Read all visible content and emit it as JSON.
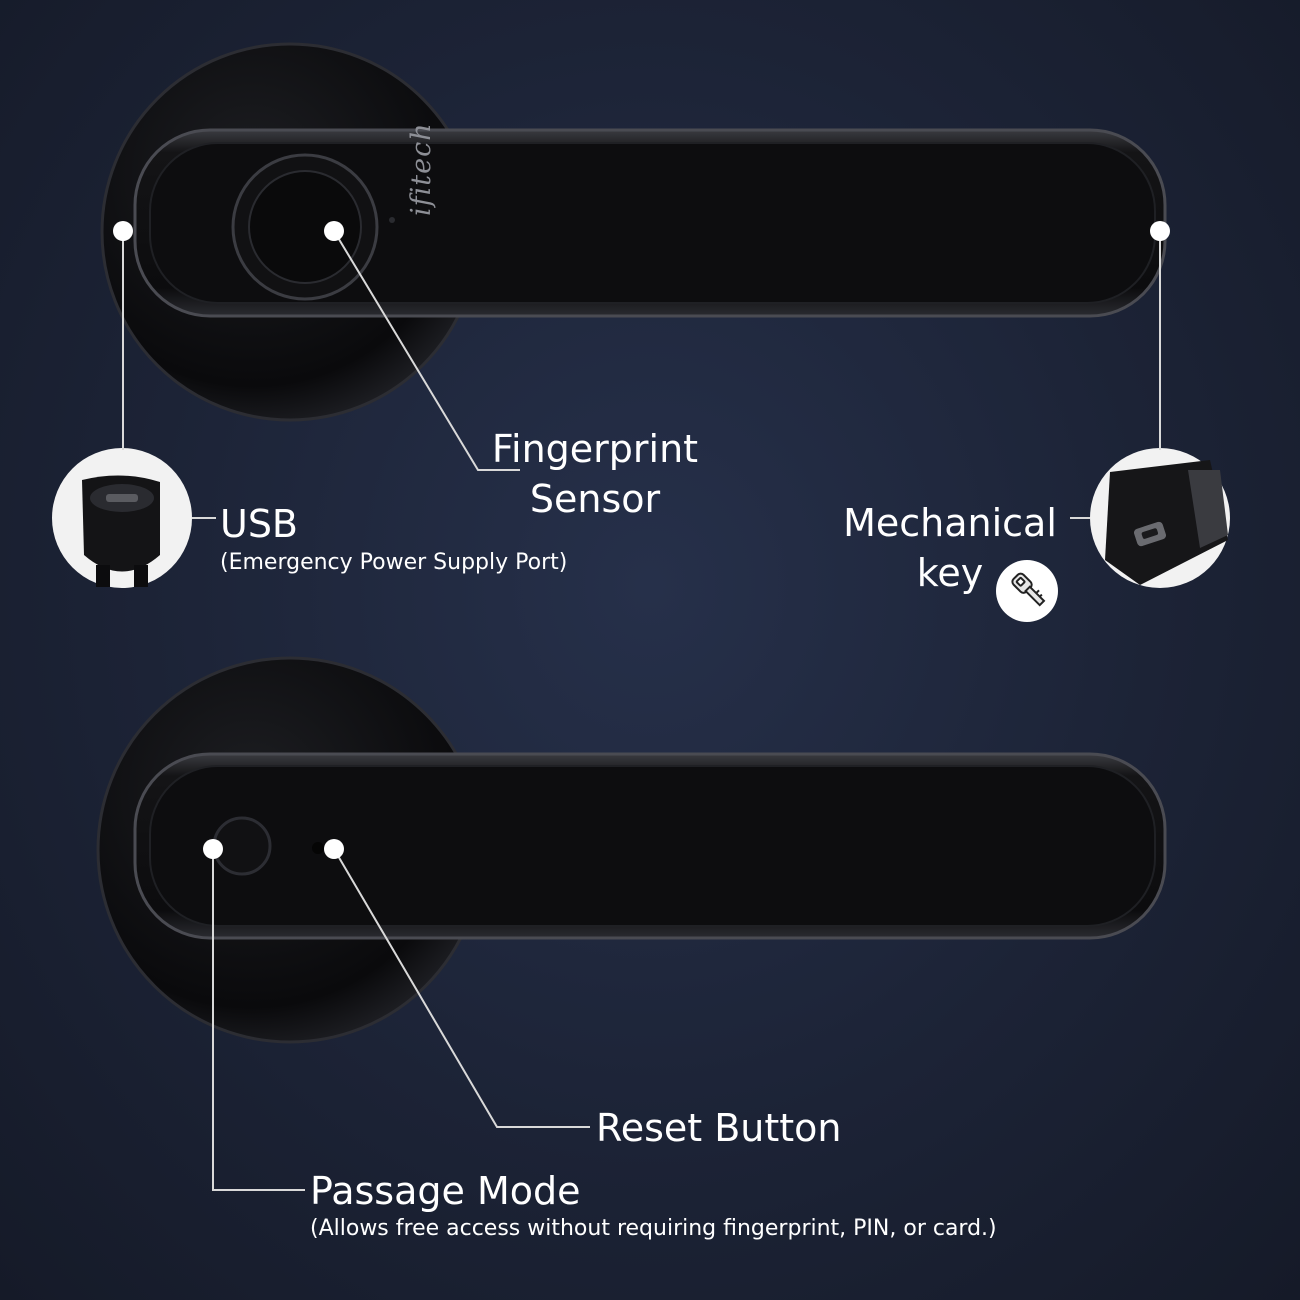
{
  "brand": "ifitech",
  "callouts": {
    "fingerprint": {
      "line1": "Fingerprint",
      "line2": "Sensor"
    },
    "usb": {
      "title": "USB",
      "subtitle": "(Emergency Power Supply Port)"
    },
    "mechanical_key": {
      "line1": "Mechanical",
      "line2": "key"
    },
    "reset": {
      "title": "Reset Button"
    },
    "passage": {
      "title": "Passage Mode",
      "subtitle": "(Allows free access without requiring fingerprint, PIN, or card.)"
    }
  },
  "icons": [
    "fingerprint-sensor-icon",
    "usb-port-icon",
    "keyhole-icon",
    "key-icon",
    "passage-button-icon",
    "reset-hole-icon"
  ],
  "colors": {
    "background": "#1c2336",
    "lock_body": "#0e0e10",
    "callout_line": "#d9d9d9",
    "label": "#ffffff"
  }
}
